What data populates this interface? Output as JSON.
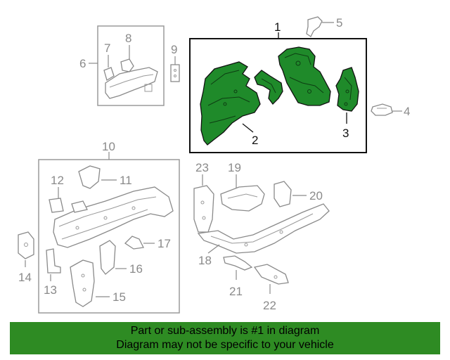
{
  "callouts": {
    "c1": "1",
    "c2": "2",
    "c3": "3",
    "c4": "4",
    "c5": "5",
    "c6": "6",
    "c7": "7",
    "c8": "8",
    "c9": "9",
    "c10": "10",
    "c11": "11",
    "c12": "12",
    "c13": "13",
    "c14": "14",
    "c15": "15",
    "c16": "16",
    "c17": "17",
    "c18": "18",
    "c19": "19",
    "c20": "20",
    "c21": "21",
    "c22": "22",
    "c23": "23"
  },
  "footer": {
    "line1": "Part or sub-assembly is #1 in diagram",
    "line2": "Diagram may not be specific to your vehicle"
  },
  "colors": {
    "highlight": "#1f8a2a",
    "footer_bg": "#2e8b23",
    "line_gray": "#8a8a8a"
  }
}
